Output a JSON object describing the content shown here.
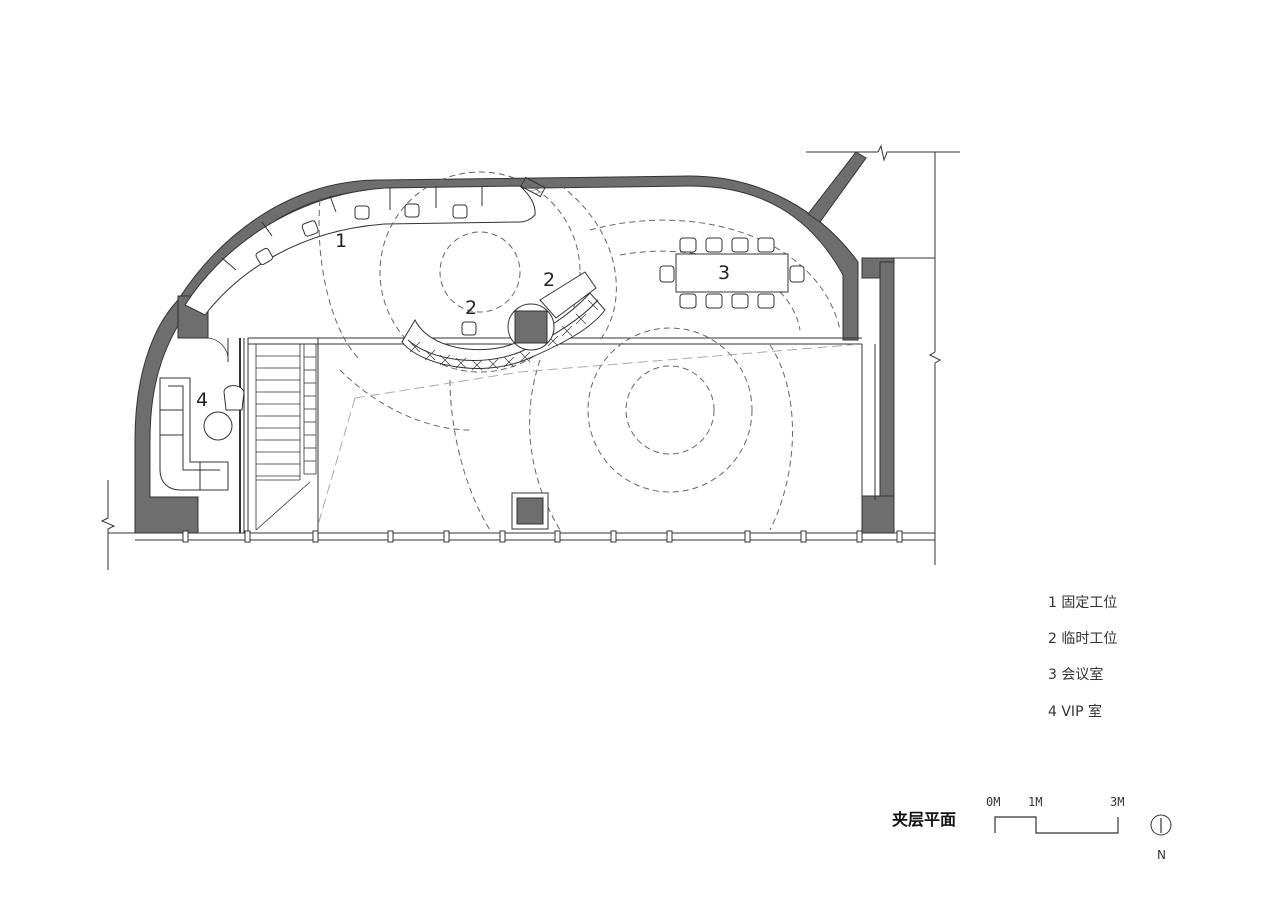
{
  "plan": {
    "title": "夹层平面",
    "room_labels": [
      {
        "id": "fixed-workstations",
        "text": "1"
      },
      {
        "id": "temp-workstations-a",
        "text": "2"
      },
      {
        "id": "temp-workstations-b",
        "text": "2"
      },
      {
        "id": "meeting-room",
        "text": "3"
      },
      {
        "id": "vip-room",
        "text": "4"
      }
    ]
  },
  "legend": {
    "items": [
      {
        "num": "1",
        "text": "1 固定工位"
      },
      {
        "num": "2",
        "text": "2 临时工位"
      },
      {
        "num": "3",
        "text": "3 会议室"
      },
      {
        "num": "4",
        "text": "4 VIP 室"
      }
    ]
  },
  "scale_bar": {
    "labels": [
      "0M",
      "1M",
      "3M"
    ]
  },
  "north_arrow": {
    "label": "N"
  },
  "colors": {
    "wall_fill": "#6e6e6e",
    "line": "#333333",
    "thin_line": "#555555",
    "dashed": "#666666",
    "hatch": "#888888"
  }
}
